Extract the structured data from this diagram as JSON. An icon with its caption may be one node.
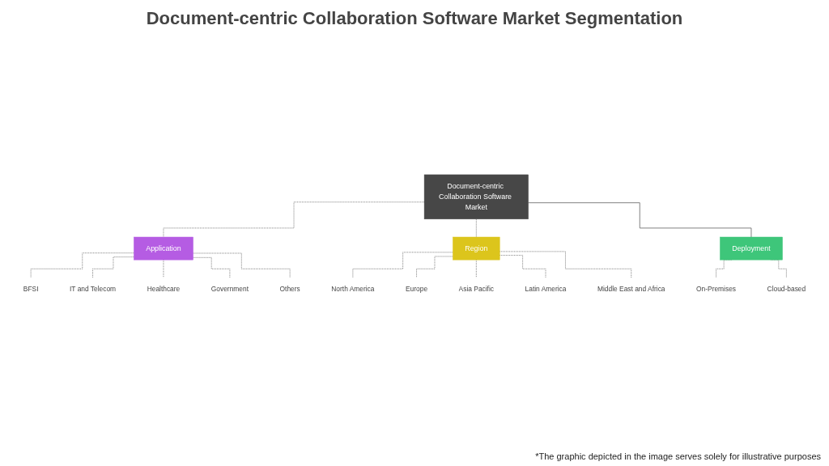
{
  "diagram": {
    "title": "Document-centric Collaboration Software Market Segmentation",
    "caption": "*The graphic depicted in the image serves solely for illustrative purposes",
    "nodes": [
      {
        "text": [
          "Document-centric Collaboration Software Market"
        ]
      },
      {
        "text": [
          "Application"
        ]
      },
      {
        "text": [
          "BFSI"
        ]
      },
      {
        "text": [
          "IT and Telecom"
        ]
      },
      {
        "text": [
          "Healthcare"
        ]
      },
      {
        "text": [
          "Government"
        ]
      },
      {
        "text": [
          "Others"
        ]
      },
      {
        "text": [
          "Region"
        ]
      },
      {
        "text": [
          "North America"
        ]
      },
      {
        "text": [
          "Europe"
        ]
      },
      {
        "text": [
          "Asia Pacific"
        ]
      },
      {
        "text": [
          "Latin America"
        ]
      },
      {
        "text": [
          "Middle East and Africa"
        ]
      },
      {
        "text": [
          "Deployment"
        ]
      },
      {
        "text": [
          "On-Premises"
        ]
      },
      {
        "text": [
          "Cloud-based"
        ]
      }
    ],
    "edges": [
      {
        "from": 0,
        "to": 1,
        "arrow": "none",
        "style": "dashed"
      },
      {
        "from": 1,
        "to": 2,
        "arrow": "none",
        "style": "dashed"
      },
      {
        "from": 1,
        "to": 3,
        "arrow": "none",
        "style": "dashed"
      },
      {
        "from": 1,
        "to": 4,
        "arrow": "none",
        "style": "dashed"
      },
      {
        "from": 1,
        "to": 5,
        "arrow": "none",
        "style": "dashed"
      },
      {
        "from": 1,
        "to": 6,
        "arrow": "none",
        "style": "dashed"
      },
      {
        "from": 0,
        "to": 7,
        "arrow": "none",
        "style": "dashed"
      },
      {
        "from": 7,
        "to": 8,
        "arrow": "none",
        "style": "dashed"
      },
      {
        "from": 7,
        "to": 9,
        "arrow": "none",
        "style": "dashed"
      },
      {
        "from": 7,
        "to": 10,
        "arrow": "none",
        "style": "dashed"
      },
      {
        "from": 7,
        "to": 11,
        "arrow": "none",
        "style": "dashed"
      },
      {
        "from": 7,
        "to": 12,
        "arrow": "none",
        "style": "dashed"
      },
      {
        "from": 0,
        "to": 13,
        "arrow": "none"
      },
      {
        "from": 13,
        "to": 14,
        "arrow": "none",
        "style": "dashed"
      },
      {
        "from": 13,
        "to": 15,
        "arrow": "none",
        "style": "dashed"
      }
    ]
  }
}
